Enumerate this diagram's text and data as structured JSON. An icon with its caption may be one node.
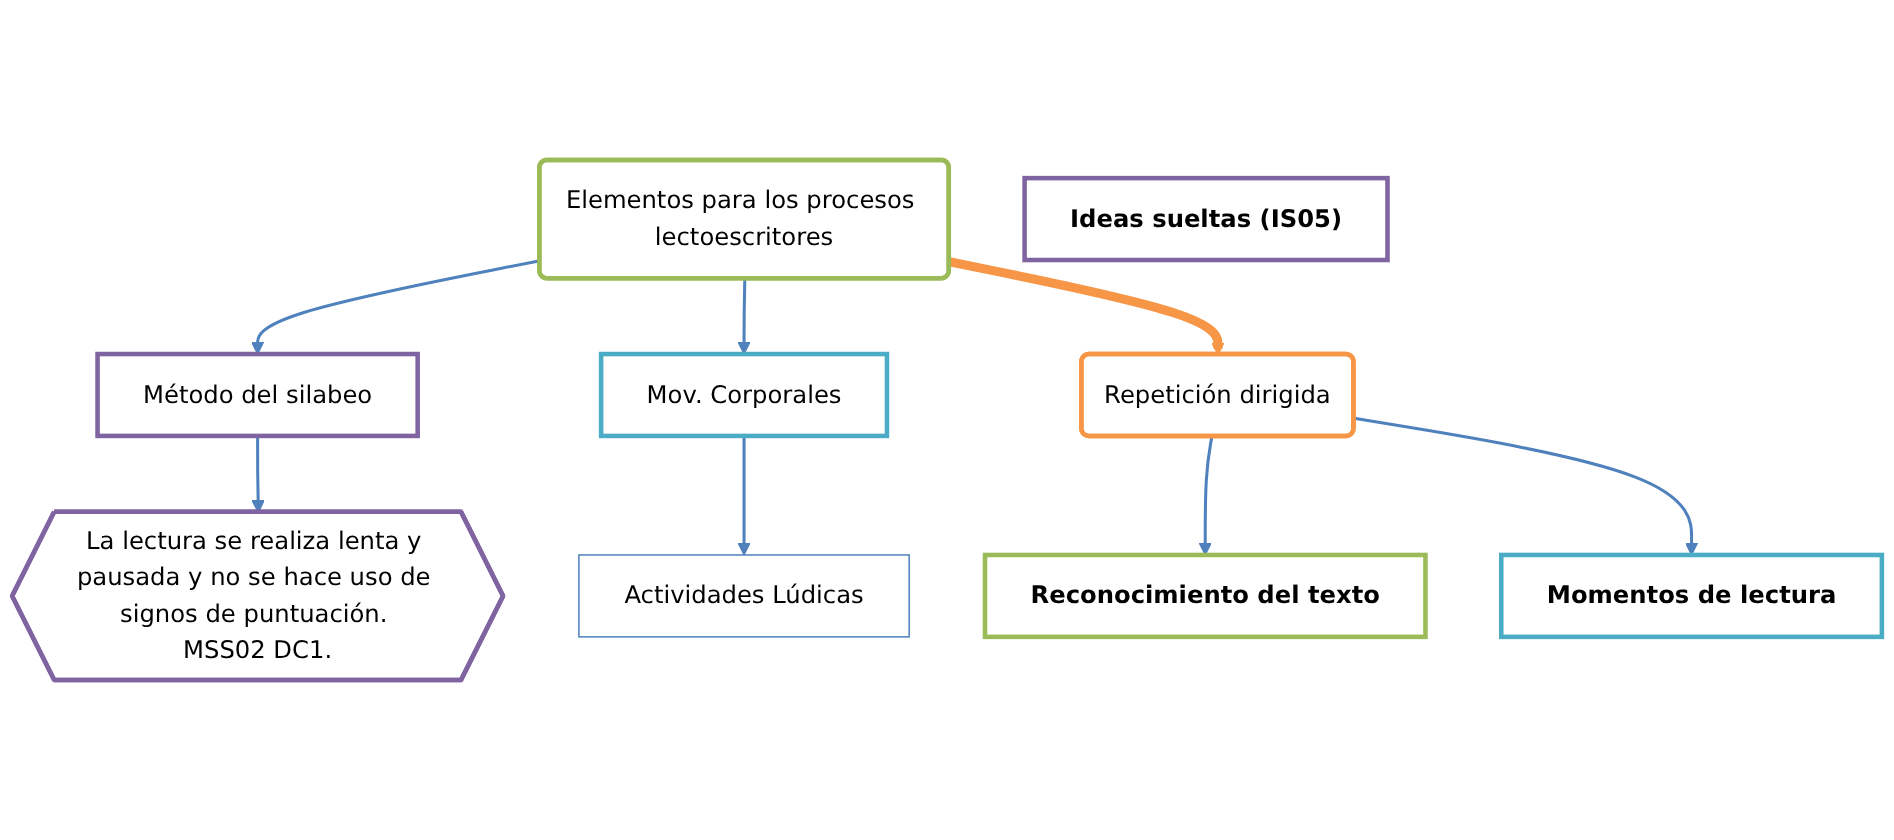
{
  "diagram": {
    "nodes": [
      {
        "text": [
          "Método del silabeo"
        ]
      },
      {
        "text": [
          "Elementos para los procesos lectoescritores"
        ]
      },
      {
        "text": [
          "Mov. Corporales"
        ]
      },
      {
        "text": [
          "La lectura se realiza lenta y pausada y no se hace uso de signos de puntuación. MSS02 DC1."
        ]
      },
      {
        "text": [
          "Actividades Lúdicas"
        ]
      },
      {
        "text": [
          "Repetición dirigida"
        ]
      },
      {
        "text": [
          "Reconocimiento del texto"
        ]
      },
      {
        "text": [
          "Momentos de lectura"
        ]
      },
      {
        "text": [
          "Ideas sueltas (IS05)"
        ]
      }
    ],
    "edges": [
      {
        "from": 1,
        "to": 0,
        "arrow": "to"
      },
      {
        "from": 1,
        "to": 2,
        "arrow": "to"
      },
      {
        "from": 0,
        "to": 3,
        "arrow": "to"
      },
      {
        "from": 2,
        "to": 4,
        "arrow": "to"
      },
      {
        "from": 1,
        "to": 5,
        "arrow": "to",
        "style": "thick",
        "color": "#f79646"
      },
      {
        "from": 5,
        "to": 6,
        "arrow": "to"
      },
      {
        "from": 5,
        "to": 7,
        "arrow": "to"
      }
    ]
  }
}
